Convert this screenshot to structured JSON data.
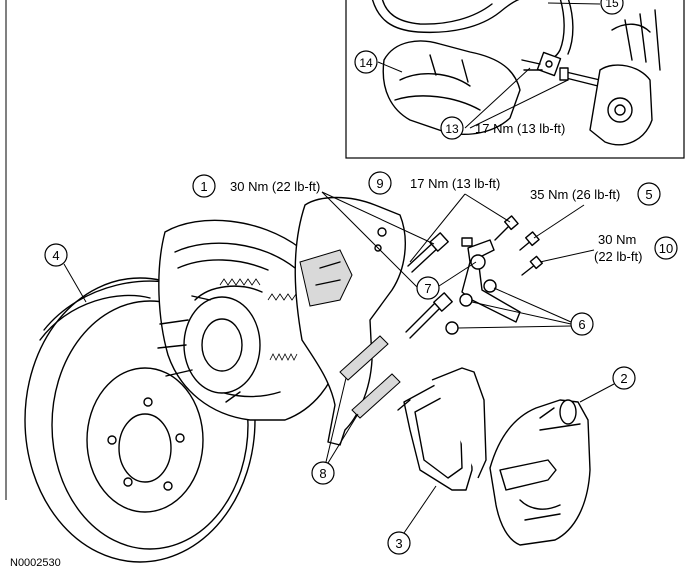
{
  "callouts": {
    "c1": {
      "num": "1",
      "text": "30 Nm (22 lb-ft)"
    },
    "c2": {
      "num": "2"
    },
    "c3": {
      "num": "3"
    },
    "c4": {
      "num": "4"
    },
    "c5": {
      "num": "5",
      "text": "35 Nm (26 lb-ft)"
    },
    "c6": {
      "num": "6"
    },
    "c7": {
      "num": "7"
    },
    "c8": {
      "num": "8"
    },
    "c9": {
      "num": "9",
      "text": "17 Nm (13 lb-ft)"
    },
    "c10": {
      "num": "10",
      "text_line1": "30 Nm",
      "text_line2": "(22 lb-ft)"
    },
    "c13": {
      "num": "13",
      "text": "17 Nm (13 lb-ft)"
    },
    "c14": {
      "num": "14"
    },
    "c15": {
      "num": "15"
    }
  },
  "figure_id": "N0002530",
  "colors": {
    "line": "#000000",
    "background": "#ffffff",
    "shade": "#d9d9d9"
  }
}
